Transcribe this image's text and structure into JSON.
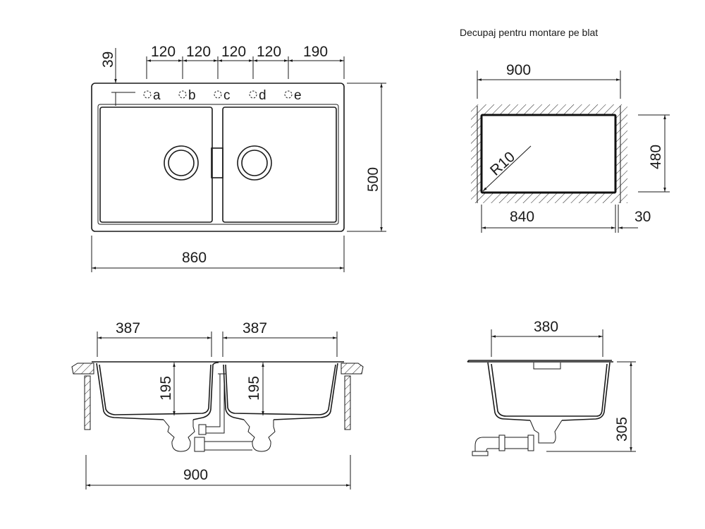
{
  "top_view": {
    "dim_39": "39",
    "hole_spacings": [
      "120",
      "120",
      "120",
      "120",
      "190"
    ],
    "holes": [
      "a",
      "b",
      "c",
      "d",
      "e"
    ],
    "dim_height": "500",
    "dim_width": "860"
  },
  "cutout": {
    "title": "Decupaj pentru montare pe blat",
    "dim_outer_width": "900",
    "dim_inner_width": "840",
    "dim_margin": "30",
    "dim_height": "480",
    "radius": "R10"
  },
  "front_view": {
    "bowl_widths": [
      "387",
      "387"
    ],
    "bowl_depths": [
      "195",
      "195"
    ],
    "dim_total_width": "900"
  },
  "side_view": {
    "dim_bowl_width": "380",
    "dim_depth": "305"
  }
}
